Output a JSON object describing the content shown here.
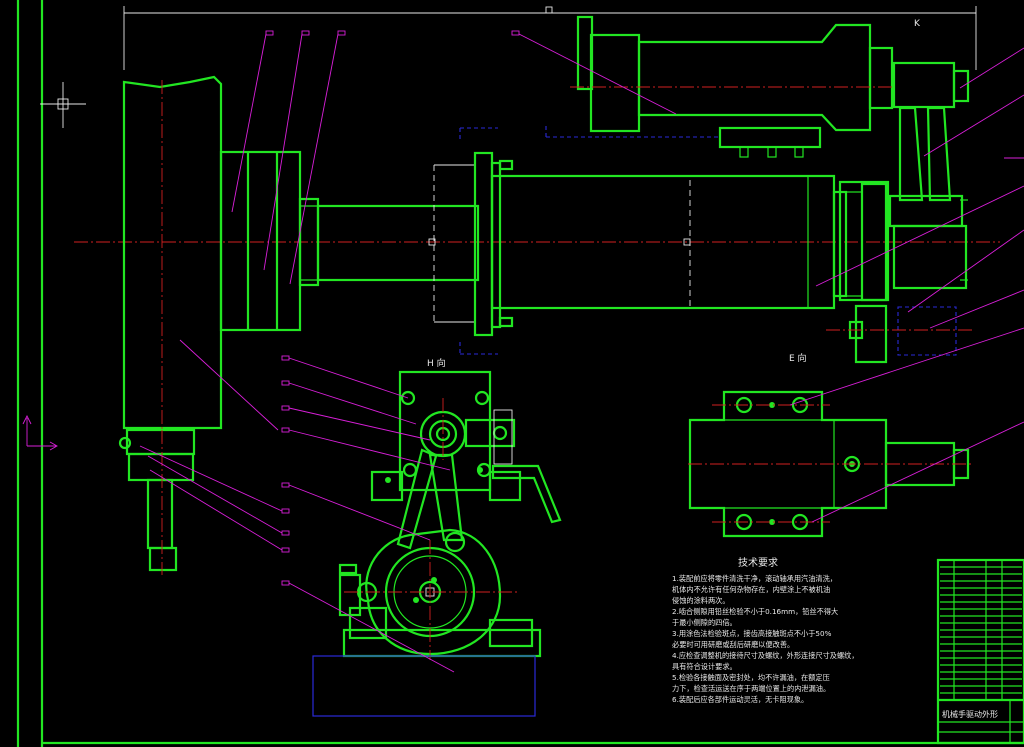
{
  "views": {
    "h_view": "H 向",
    "e_view": "E 向",
    "k_mark": "K"
  },
  "tech_requirements": {
    "title": "技术要求",
    "lines": [
      "1.装配前应将零件清洗干净，滚动轴承用汽油清洗，",
      "机体内不允许有任何杂物存在，内壁涂上不被机油",
      "侵蚀的涂料两次。",
      "2.啮合侧隙用铅丝检验不小于0.16mm，铅丝不得大",
      "于最小侧隙的四倍。",
      "3.用涂色法检验斑点，接齿高接触斑点不小于50%",
      "必要时可用研磨或刮后研磨以便改善。",
      "4.应检查调整机的接待尺寸及螺纹，外形连接尺寸及螺纹，",
      "具有符合设计要求。",
      "5.检验各接触面及密封处，均不许漏油，在额定压",
      "力下，检查活运送在序于两端位置上的内泄漏油。",
      "6.装配后应各部件运动灵活，无卡阻现象。"
    ]
  },
  "title_block": {
    "title": "机械手驱动外形"
  },
  "colors": {
    "outline": "#22e622",
    "center_line": "#d02020",
    "leader": "#d81fd8",
    "hidden": "#2a2ad8",
    "annotation": "#e8e8e8",
    "background": "#000000"
  }
}
